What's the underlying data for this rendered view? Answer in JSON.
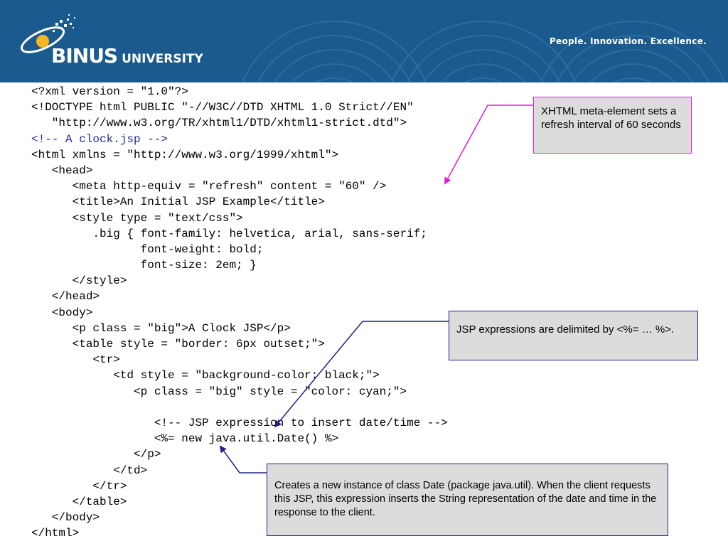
{
  "header": {
    "tagline": "People. Innovation. Excellence.",
    "logo": {
      "brand": "BINUS",
      "suffix": "UNIVERSITY"
    },
    "colors": {
      "background": "#1b5a8e",
      "accent": "#f7b522"
    }
  },
  "code_lines": [
    "<?xml version = \"1.0\"?>",
    "<!DOCTYPE html PUBLIC \"-//W3C//DTD XHTML 1.0 Strict//EN\"",
    "   \"http://www.w3.org/TR/xhtml1/DTD/xhtml1-strict.dtd\">",
    "<!-- A clock.jsp -->",
    "<html xmlns = \"http://www.w3.org/1999/xhtml\">",
    "   <head>",
    "      <meta http-equiv = \"refresh\" content = \"60\" />",
    "      <title>An Initial JSP Example</title>",
    "      <style type = \"text/css\">",
    "         .big { font-family: helvetica, arial, sans-serif;",
    "                font-weight: bold;",
    "                font-size: 2em; }",
    "      </style>",
    "   </head>",
    "   <body>",
    "      <p class = \"big\">A Clock JSP</p>",
    "      <table style = \"border: 6px outset;\">",
    "         <tr>",
    "            <td style = \"background-color: black;\">",
    "               <p class = \"big\" style = \"color: cyan;\">",
    "",
    "                  <!-- JSP expression to insert date/time -->",
    "                  <%= new java.util.Date() %>",
    "               </p>",
    "            </td>",
    "         </tr>",
    "      </table>",
    "   </body>",
    "</html>"
  ],
  "comment_line_indexes": [
    3
  ],
  "callouts": {
    "refresh_note": "XHTML meta-element sets a refresh interval of 60 seconds",
    "expression_note": "JSP expressions are delimited by <%= … %>.",
    "date_note": "Creates a new instance of class Date (package java.util).  When the client requests this JSP, this expression inserts the String representation of the date and time in the response to the client."
  },
  "arrow_colors": {
    "refresh": "#e020e0",
    "expression": "#20208a"
  }
}
